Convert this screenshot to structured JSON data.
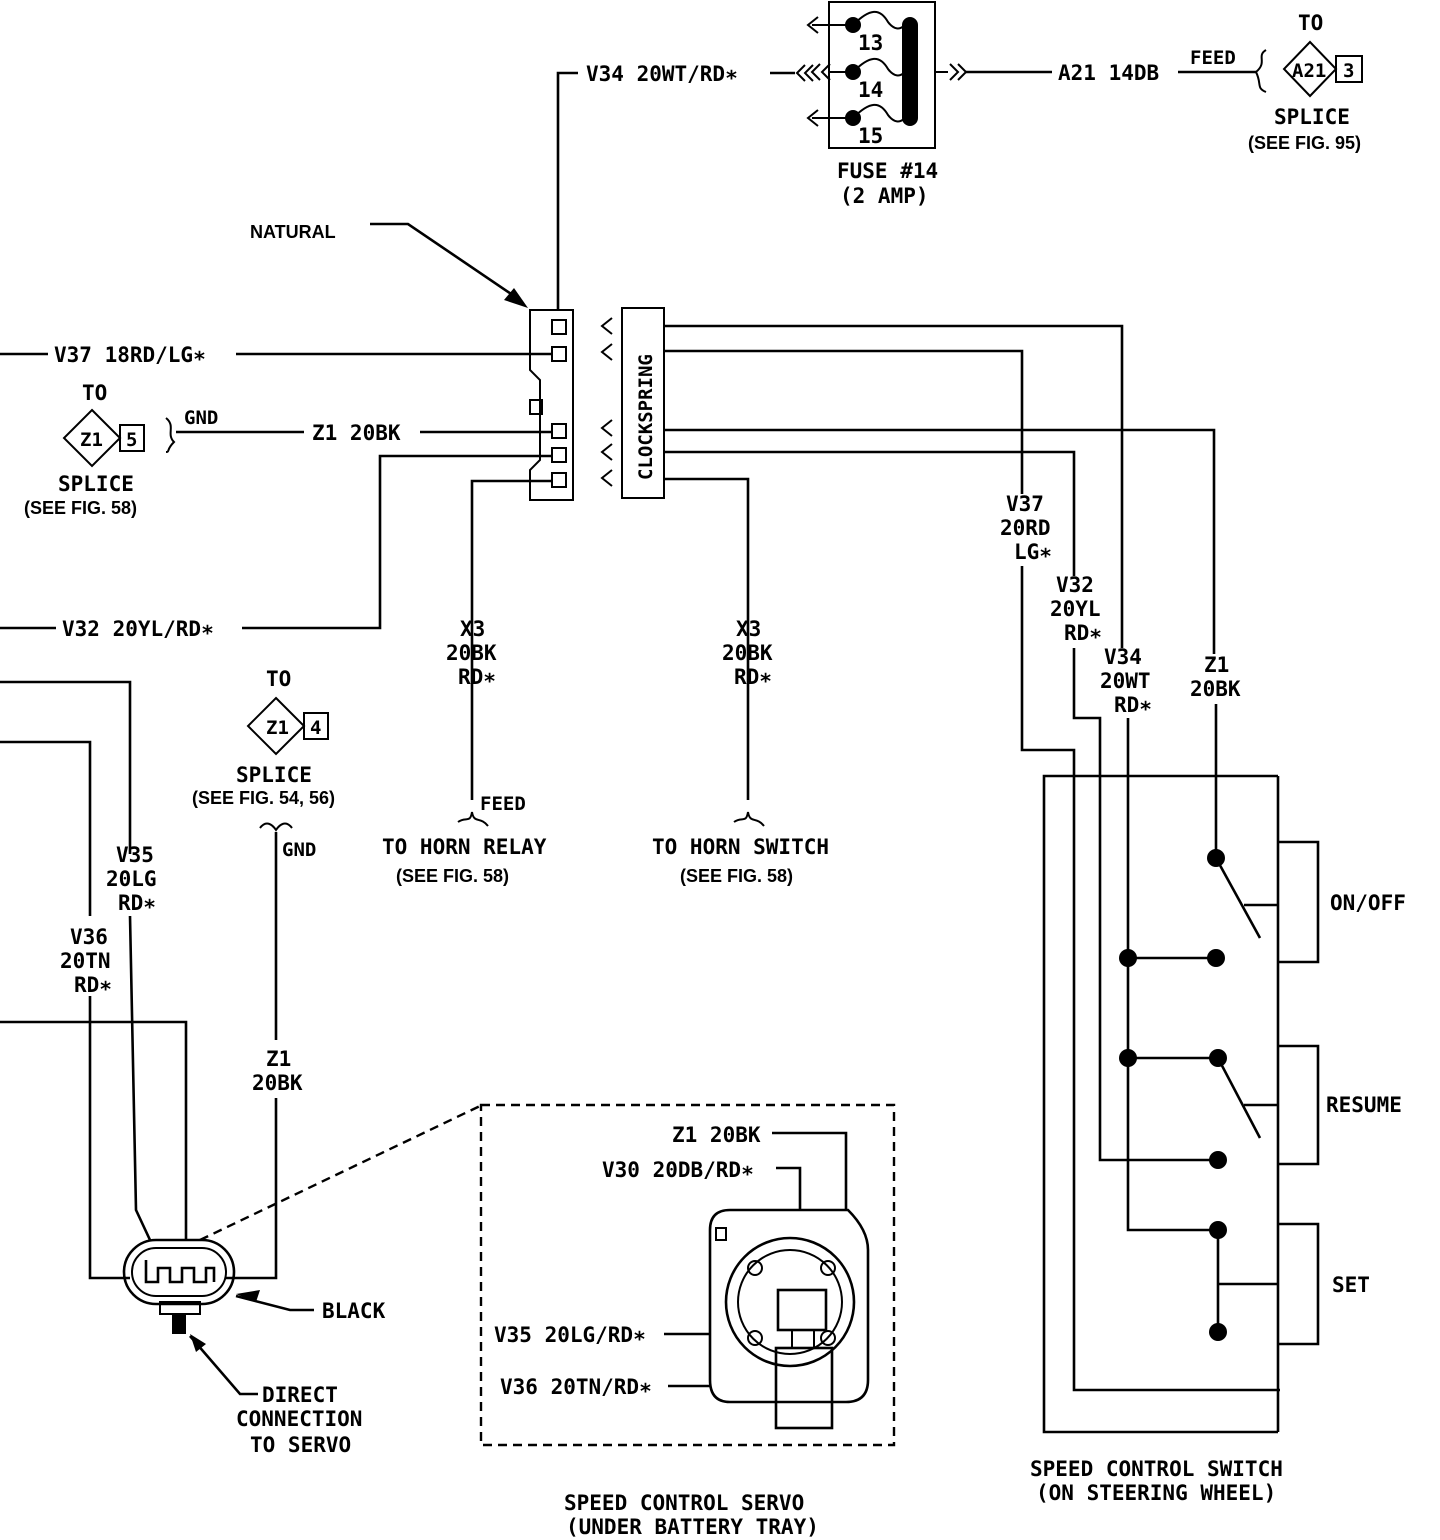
{
  "fuse": {
    "pins": [
      "13",
      "14",
      "15"
    ],
    "label": "FUSE #14",
    "rating": "(2 AMP)"
  },
  "wires": {
    "v34_top": "V34 20WT/RD∗",
    "a21": "A21 14DB",
    "feed_top": "FEED",
    "v37_left": "V37 18RD/LG∗",
    "z1_gnd": "GND",
    "z1_left": "Z1 20BK",
    "v32_left": "V32 20YL/RD∗",
    "x3_left": [
      "X3",
      "20BK",
      "RD∗"
    ],
    "x3_right": [
      "X3",
      "20BK",
      "RD∗"
    ],
    "v37_right": [
      "V37",
      "20RD",
      "LG∗"
    ],
    "v32_right": [
      "V32",
      "20YL",
      "RD∗"
    ],
    "v34_right": [
      "V34",
      "20WT",
      "RD∗"
    ],
    "z1_right": [
      "Z1",
      "20BK"
    ],
    "v35": [
      "V35",
      "20LG",
      "RD∗"
    ],
    "v36": [
      "V36",
      "20TN",
      "RD∗"
    ],
    "z1_servo": [
      "Z1",
      "20BK"
    ],
    "servo_gnd": "GND",
    "feed_horn": "FEED"
  },
  "splices": {
    "a21": {
      "to": "TO",
      "id": "A21",
      "pin": "3",
      "label": "SPLICE",
      "ref": "(SEE FIG. 95)"
    },
    "z1_5": {
      "to": "TO",
      "id": "Z1",
      "pin": "5",
      "label": "SPLICE",
      "ref": "(SEE FIG. 58)"
    },
    "z1_4": {
      "to": "TO",
      "id": "Z1",
      "pin": "4",
      "label": "SPLICE",
      "ref": "(SEE FIG. 54, 56)"
    }
  },
  "connector": {
    "natural": "NATURAL",
    "clockspring": "CLOCKSPRING",
    "black": "BLACK",
    "direct": [
      "DIRECT",
      "CONNECTION",
      "TO SERVO"
    ]
  },
  "horn": {
    "relay": "TO HORN RELAY",
    "relay_ref": "(SEE FIG. 58)",
    "switch": "TO HORN SWITCH",
    "switch_ref": "(SEE FIG. 58)"
  },
  "servo": {
    "z1": "Z1 20BK",
    "v30": "V30 20DB/RD∗",
    "v35": "V35 20LG/RD∗",
    "v36": "V36 20TN/RD∗",
    "title": "SPEED CONTROL SERVO",
    "subtitle": "(UNDER BATTERY TRAY)"
  },
  "switch": {
    "on_off": "ON/OFF",
    "resume": "RESUME",
    "set": "SET",
    "title": "SPEED CONTROL SWITCH",
    "subtitle": "(ON STEERING WHEEL)"
  }
}
